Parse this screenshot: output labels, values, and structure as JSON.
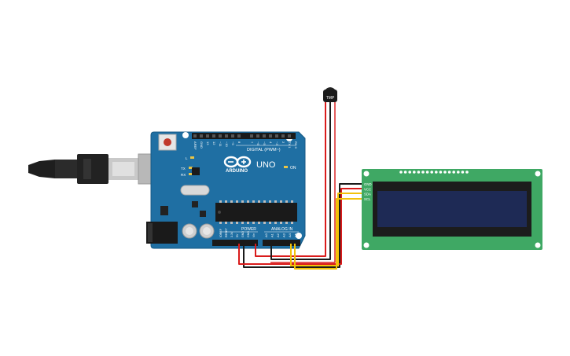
{
  "arduino": {
    "digital_header": "DIGITAL (PWM~)",
    "brand": "ARDUINO",
    "model": "UNO",
    "on_led": "ON",
    "led_l": "L",
    "led_tx": "TX",
    "led_rx": "RX",
    "power_header": "POWER",
    "analog_header": "ANALOG IN",
    "digital_pins": [
      "AREF",
      "GND",
      "13",
      "12",
      "~11",
      "~10",
      "~9",
      "8",
      "7",
      "~6",
      "~5",
      "4",
      "~3",
      "2",
      "TX 1",
      "RX 0"
    ],
    "power_pins": [
      "IOREF",
      "RESET",
      "3.3V",
      "5V",
      "GND",
      "GND",
      "Vin"
    ],
    "analog_pins": [
      "A0",
      "A1",
      "A2",
      "A3",
      "A4",
      "A5"
    ]
  },
  "sensor": {
    "label": "TMP"
  },
  "lcd": {
    "pins": [
      "GND",
      "VCC",
      "SDA",
      "SCL"
    ]
  },
  "colors": {
    "board": "#1f6fa3",
    "lcd_pcb": "#3fa864",
    "lcd_screen": "#1e2a55",
    "wire_power": "#d91b1b",
    "wire_ground": "#1a1a1a",
    "wire_data": "#f2c20a"
  }
}
